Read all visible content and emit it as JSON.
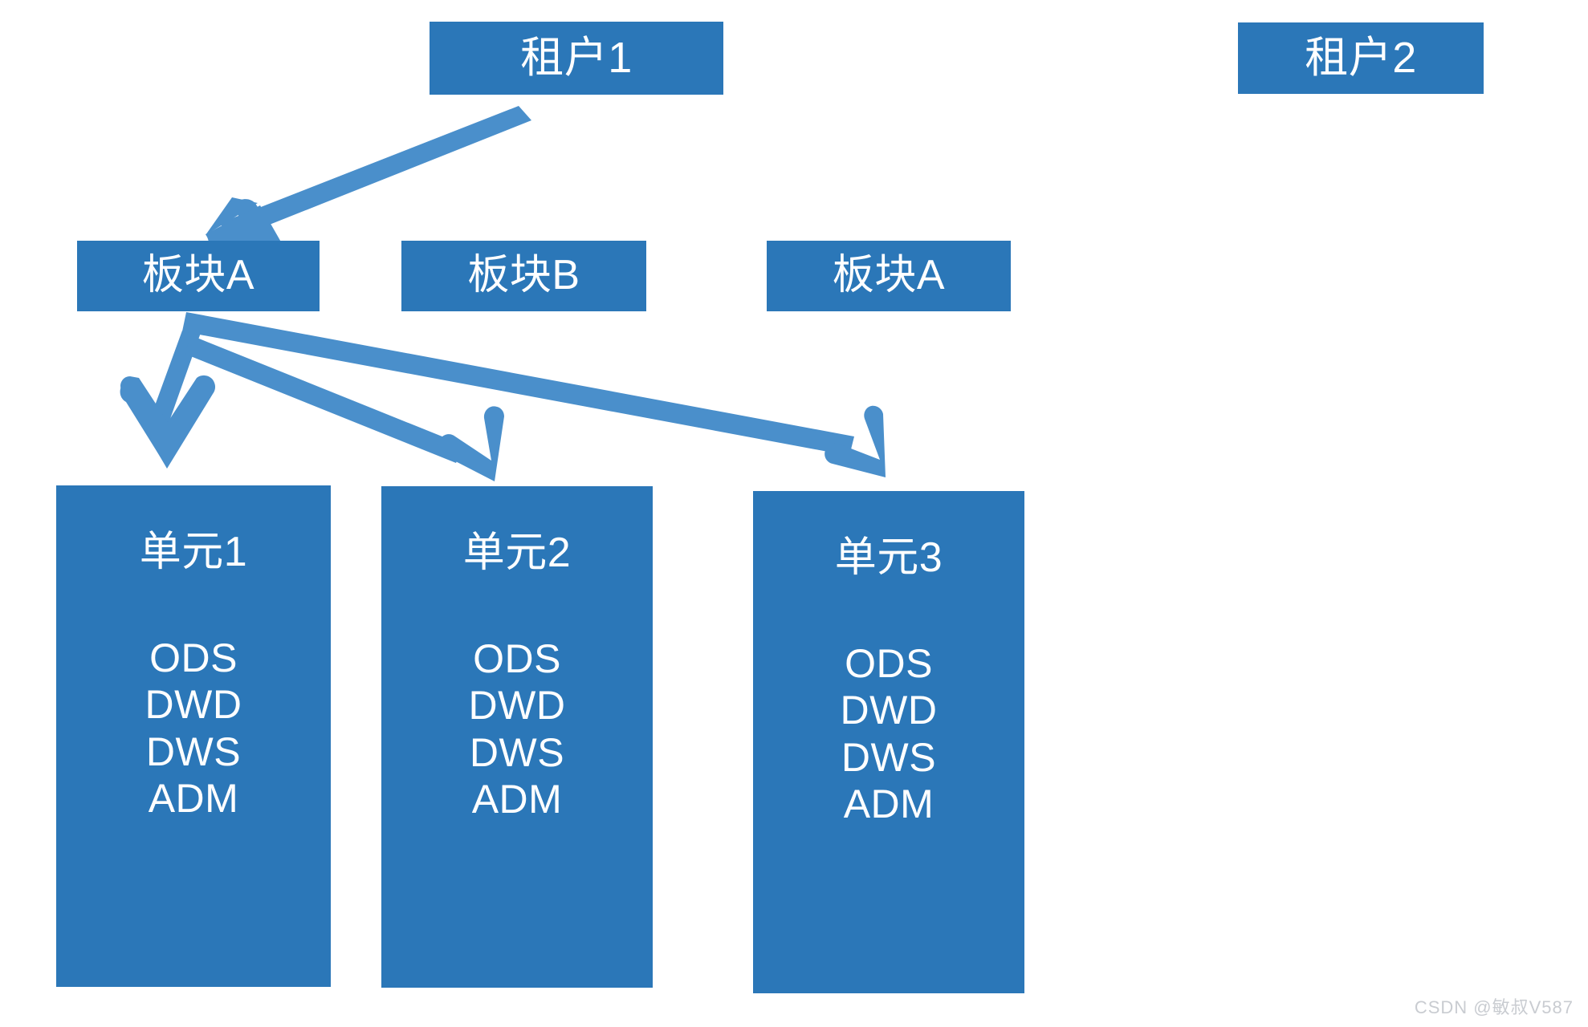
{
  "diagram": {
    "title_text": "",
    "colors": {
      "node_fill": "#2B77B8",
      "node_text": "#FFFFFF",
      "arrow": "#4A8FCB",
      "background": "#FFFFFF",
      "watermark_text": "#C9CCD1"
    },
    "tenants": [
      {
        "label": "租户1"
      },
      {
        "label": "租户2"
      }
    ],
    "sections": [
      {
        "label": "板块A"
      },
      {
        "label": "板块B"
      },
      {
        "label": "板块A"
      }
    ],
    "units": [
      {
        "title": "单元1",
        "layers": [
          "ODS",
          "DWD",
          "DWS",
          "ADM"
        ]
      },
      {
        "title": "单元2",
        "layers": [
          "ODS",
          "DWD",
          "DWS",
          "ADM"
        ]
      },
      {
        "title": "单元3",
        "layers": [
          "ODS",
          "DWD",
          "DWS",
          "ADM"
        ]
      }
    ],
    "connections": [
      {
        "from": "租户1",
        "to": "板块A"
      },
      {
        "from": "板块A",
        "to": "单元1"
      },
      {
        "from": "板块A",
        "to": "单元2"
      },
      {
        "from": "板块A",
        "to": "单元3"
      }
    ]
  },
  "watermark": {
    "label": "CSDN @敏叔V587"
  }
}
